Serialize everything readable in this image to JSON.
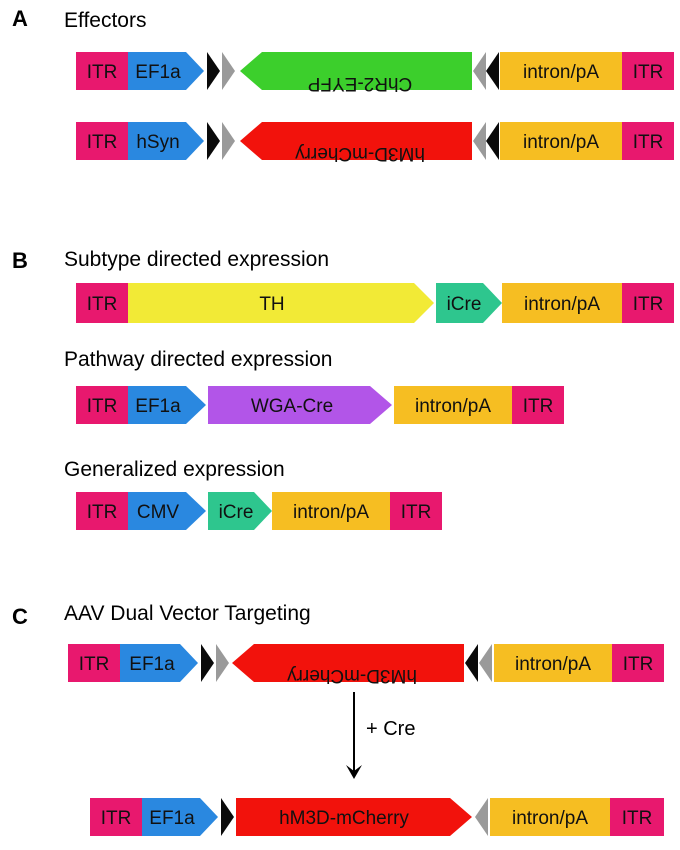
{
  "colors": {
    "itr": "#e8186e",
    "promoter": "#2a88e0",
    "green": "#3ccf2c",
    "red": "#f2120c",
    "yellow": "#f2ea36",
    "teal": "#2ec68e",
    "purple": "#b255e8",
    "intron": "#f6be22",
    "loxp_black": "#0a0a0a",
    "loxp_gray": "#9a9a9a"
  },
  "panels": [
    {
      "letter": "A",
      "title": "Effectors"
    },
    {
      "letter": "B",
      "title": "Subtype directed expression"
    },
    {
      "letter": "C",
      "title": "AAV Dual Vector Targeting"
    }
  ],
  "subtitles": {
    "pathway": "Pathway directed expression",
    "generalized": "Generalized expression"
  },
  "labels": {
    "itr": "ITR",
    "ef1a": "EF1a",
    "hsyn": "hSyn",
    "cmv": "CMV",
    "intron": "intron/pA",
    "chr2": "ChR2-EYFP",
    "hm3d": "hM3D-mCherry",
    "th": "TH",
    "icre": "iCre",
    "wga": "WGA-Cre"
  },
  "cre_step": "+ Cre"
}
